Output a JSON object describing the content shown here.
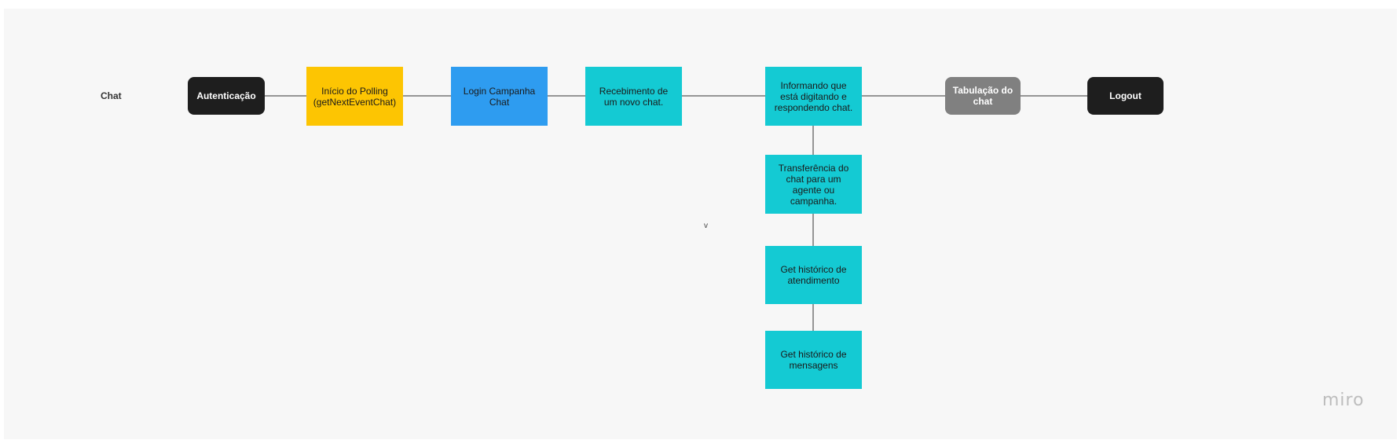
{
  "diagram": {
    "section_label": "Chat",
    "nodes": {
      "autenticacao": "Autenticação",
      "inicio_polling": "Início do Polling (getNextEventChat)",
      "login_campanha": "Login Campanha Chat",
      "recebimento": "Recebimento de um novo chat.",
      "informando": "Informando que está digitando e respondendo chat.",
      "tabulacao": "Tabulação do chat",
      "logout": "Logout",
      "transferencia": "Transferência do chat para um agente ou campanha.",
      "historico_atendimento": "Get histórico de atendimento",
      "historico_mensagens": "Get histórico de mensagens"
    },
    "stray_text": "v"
  },
  "brand": {
    "watermark": "miro"
  },
  "colors": {
    "board": "#f7f7f7",
    "dark": "#1e1e1e",
    "gray": "#808080",
    "yellow": "#fdc502",
    "blue": "#2e9cf0",
    "teal": "#14cad3",
    "connector": "#333333"
  }
}
